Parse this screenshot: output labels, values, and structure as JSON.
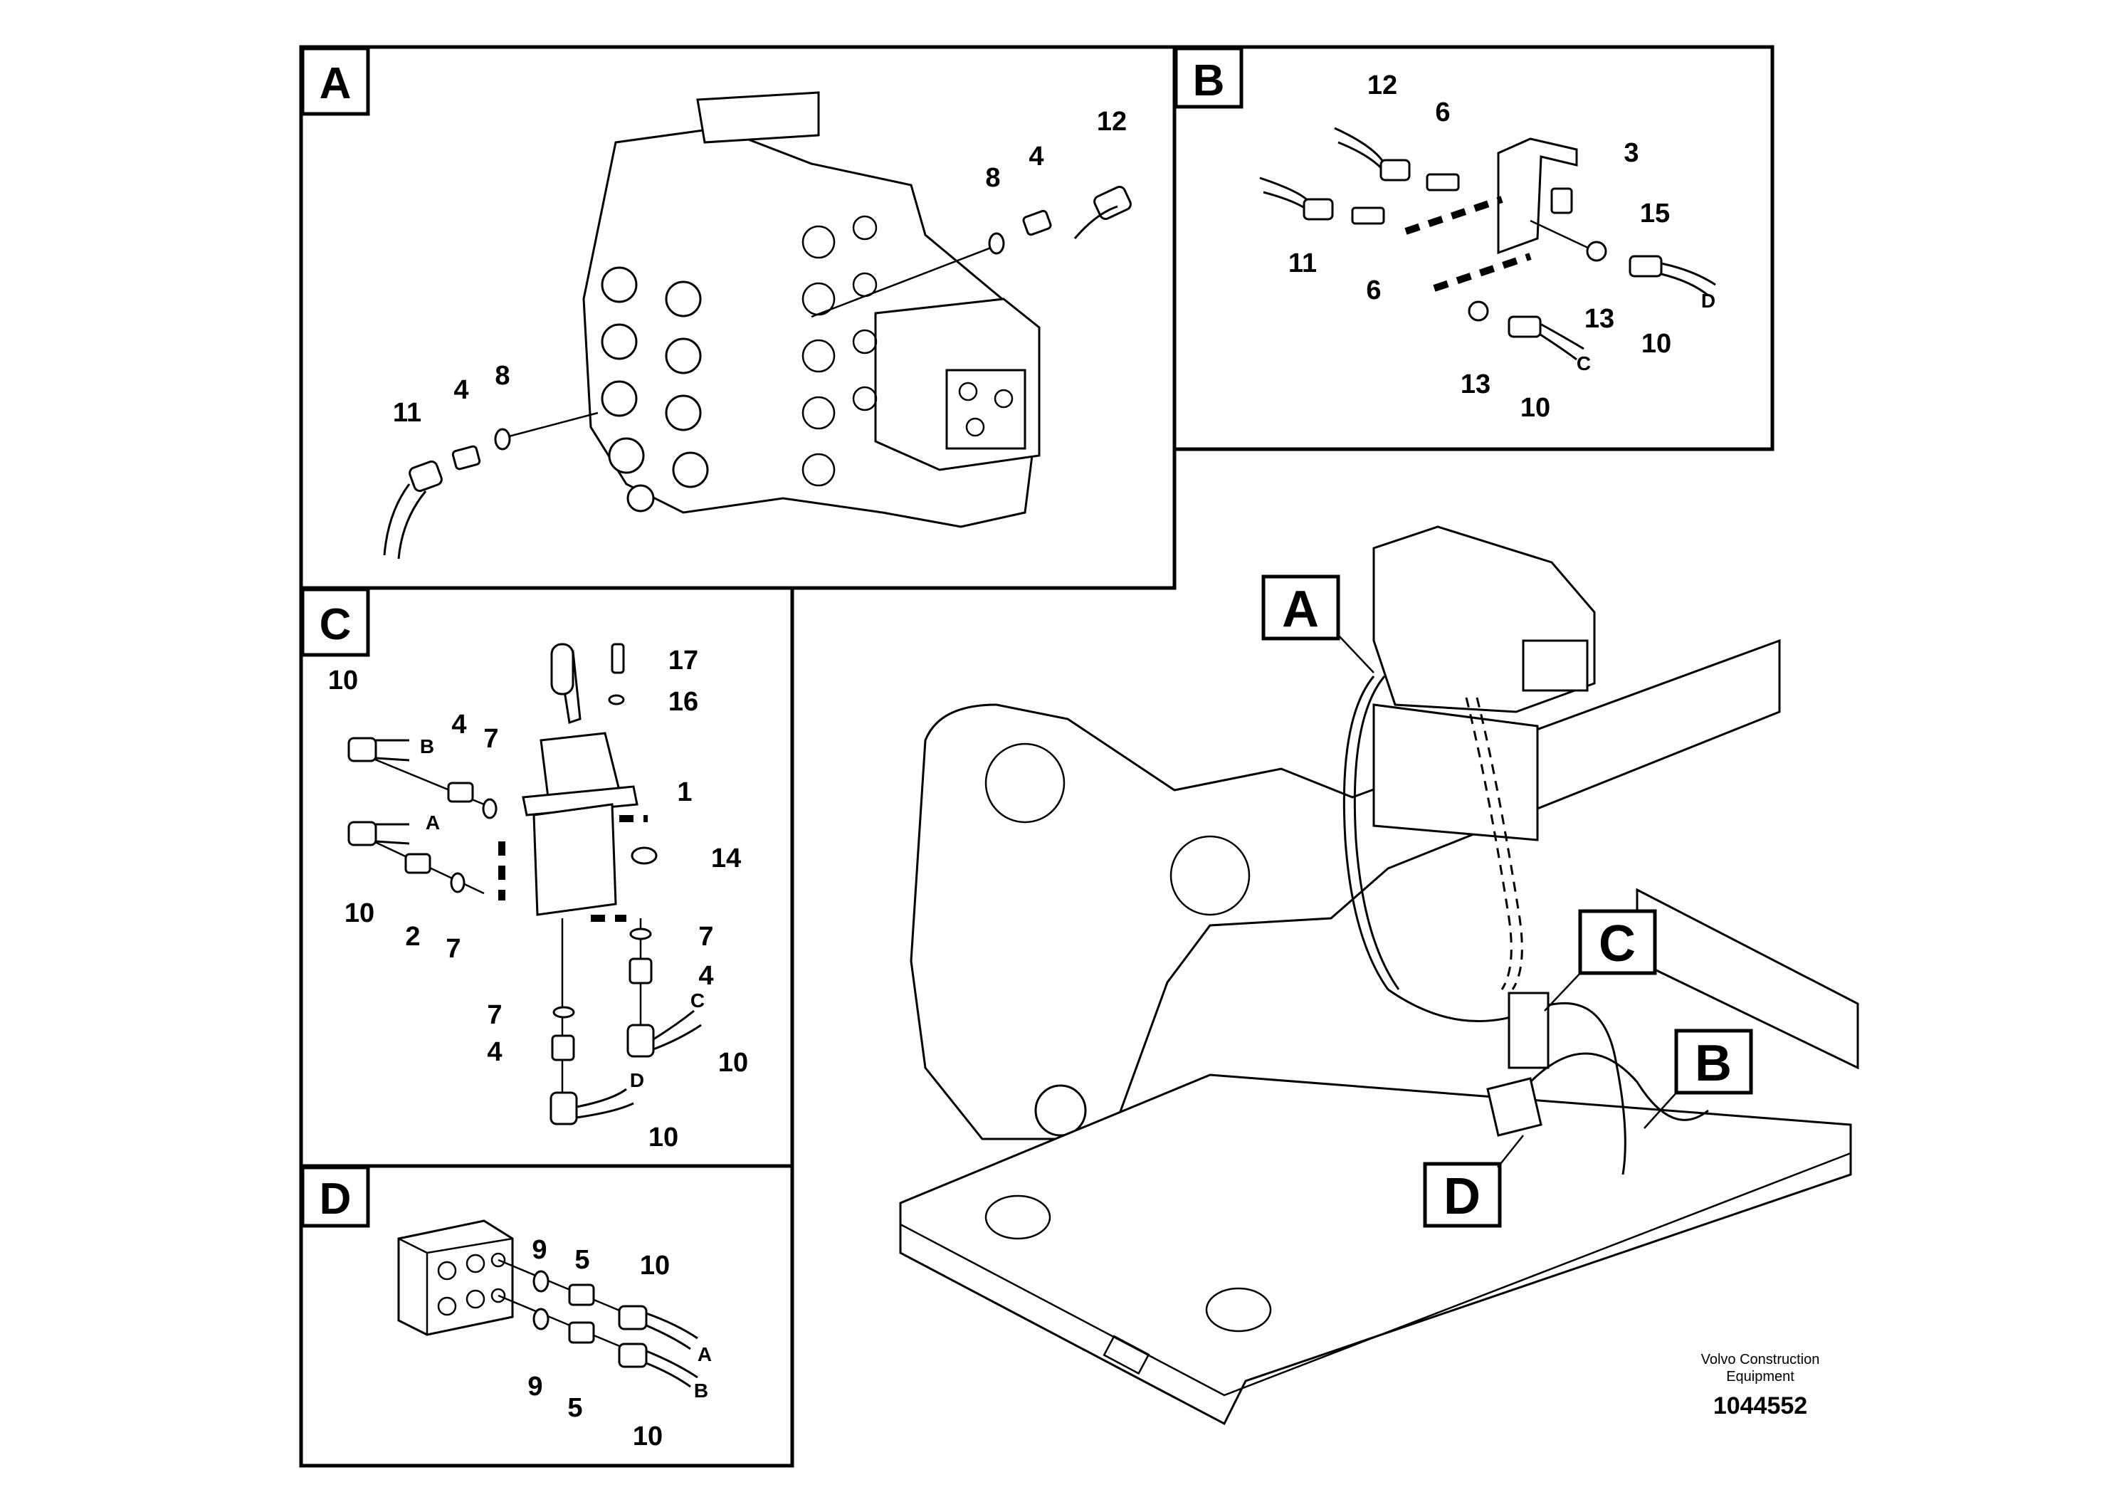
{
  "panels": {
    "A": {
      "letter": "A",
      "callouts": {
        "c12": "12",
        "c8a": "8",
        "c4a": "4",
        "c11": "11",
        "c4b": "4",
        "c8b": "8"
      }
    },
    "B": {
      "letter": "B",
      "callouts": {
        "c12": "12",
        "c6a": "6",
        "c3": "3",
        "c15": "15",
        "c11": "11",
        "c6b": "6",
        "c13a": "13",
        "c10a": "10",
        "c13b": "13",
        "c10b": "10"
      },
      "connectors": {
        "d": "D",
        "c": "C"
      }
    },
    "C": {
      "letter": "C",
      "callouts": {
        "c10a": "10",
        "c4a": "4",
        "c7a": "7",
        "c1": "1",
        "c17": "17",
        "c16": "16",
        "c14": "14",
        "c10b": "10",
        "c2": "2",
        "c7b": "7",
        "c7c": "7",
        "c4b": "4",
        "c7d": "7",
        "c4c": "4",
        "c10c": "10",
        "c10d": "10"
      },
      "connectors": {
        "b": "B",
        "a": "A",
        "c": "C",
        "d": "D"
      }
    },
    "D": {
      "letter": "D",
      "callouts": {
        "c9a": "9",
        "c5a": "5",
        "c10a": "10",
        "c9b": "9",
        "c5b": "5",
        "c10b": "10"
      },
      "connectors": {
        "a": "A",
        "b": "B"
      }
    }
  },
  "overview": {
    "labels": {
      "a": "A",
      "b": "B",
      "c": "C",
      "d": "D"
    }
  },
  "footer": {
    "brand_line1": "Volvo Construction",
    "brand_line2": "Equipment",
    "doc_number": "1044552"
  }
}
